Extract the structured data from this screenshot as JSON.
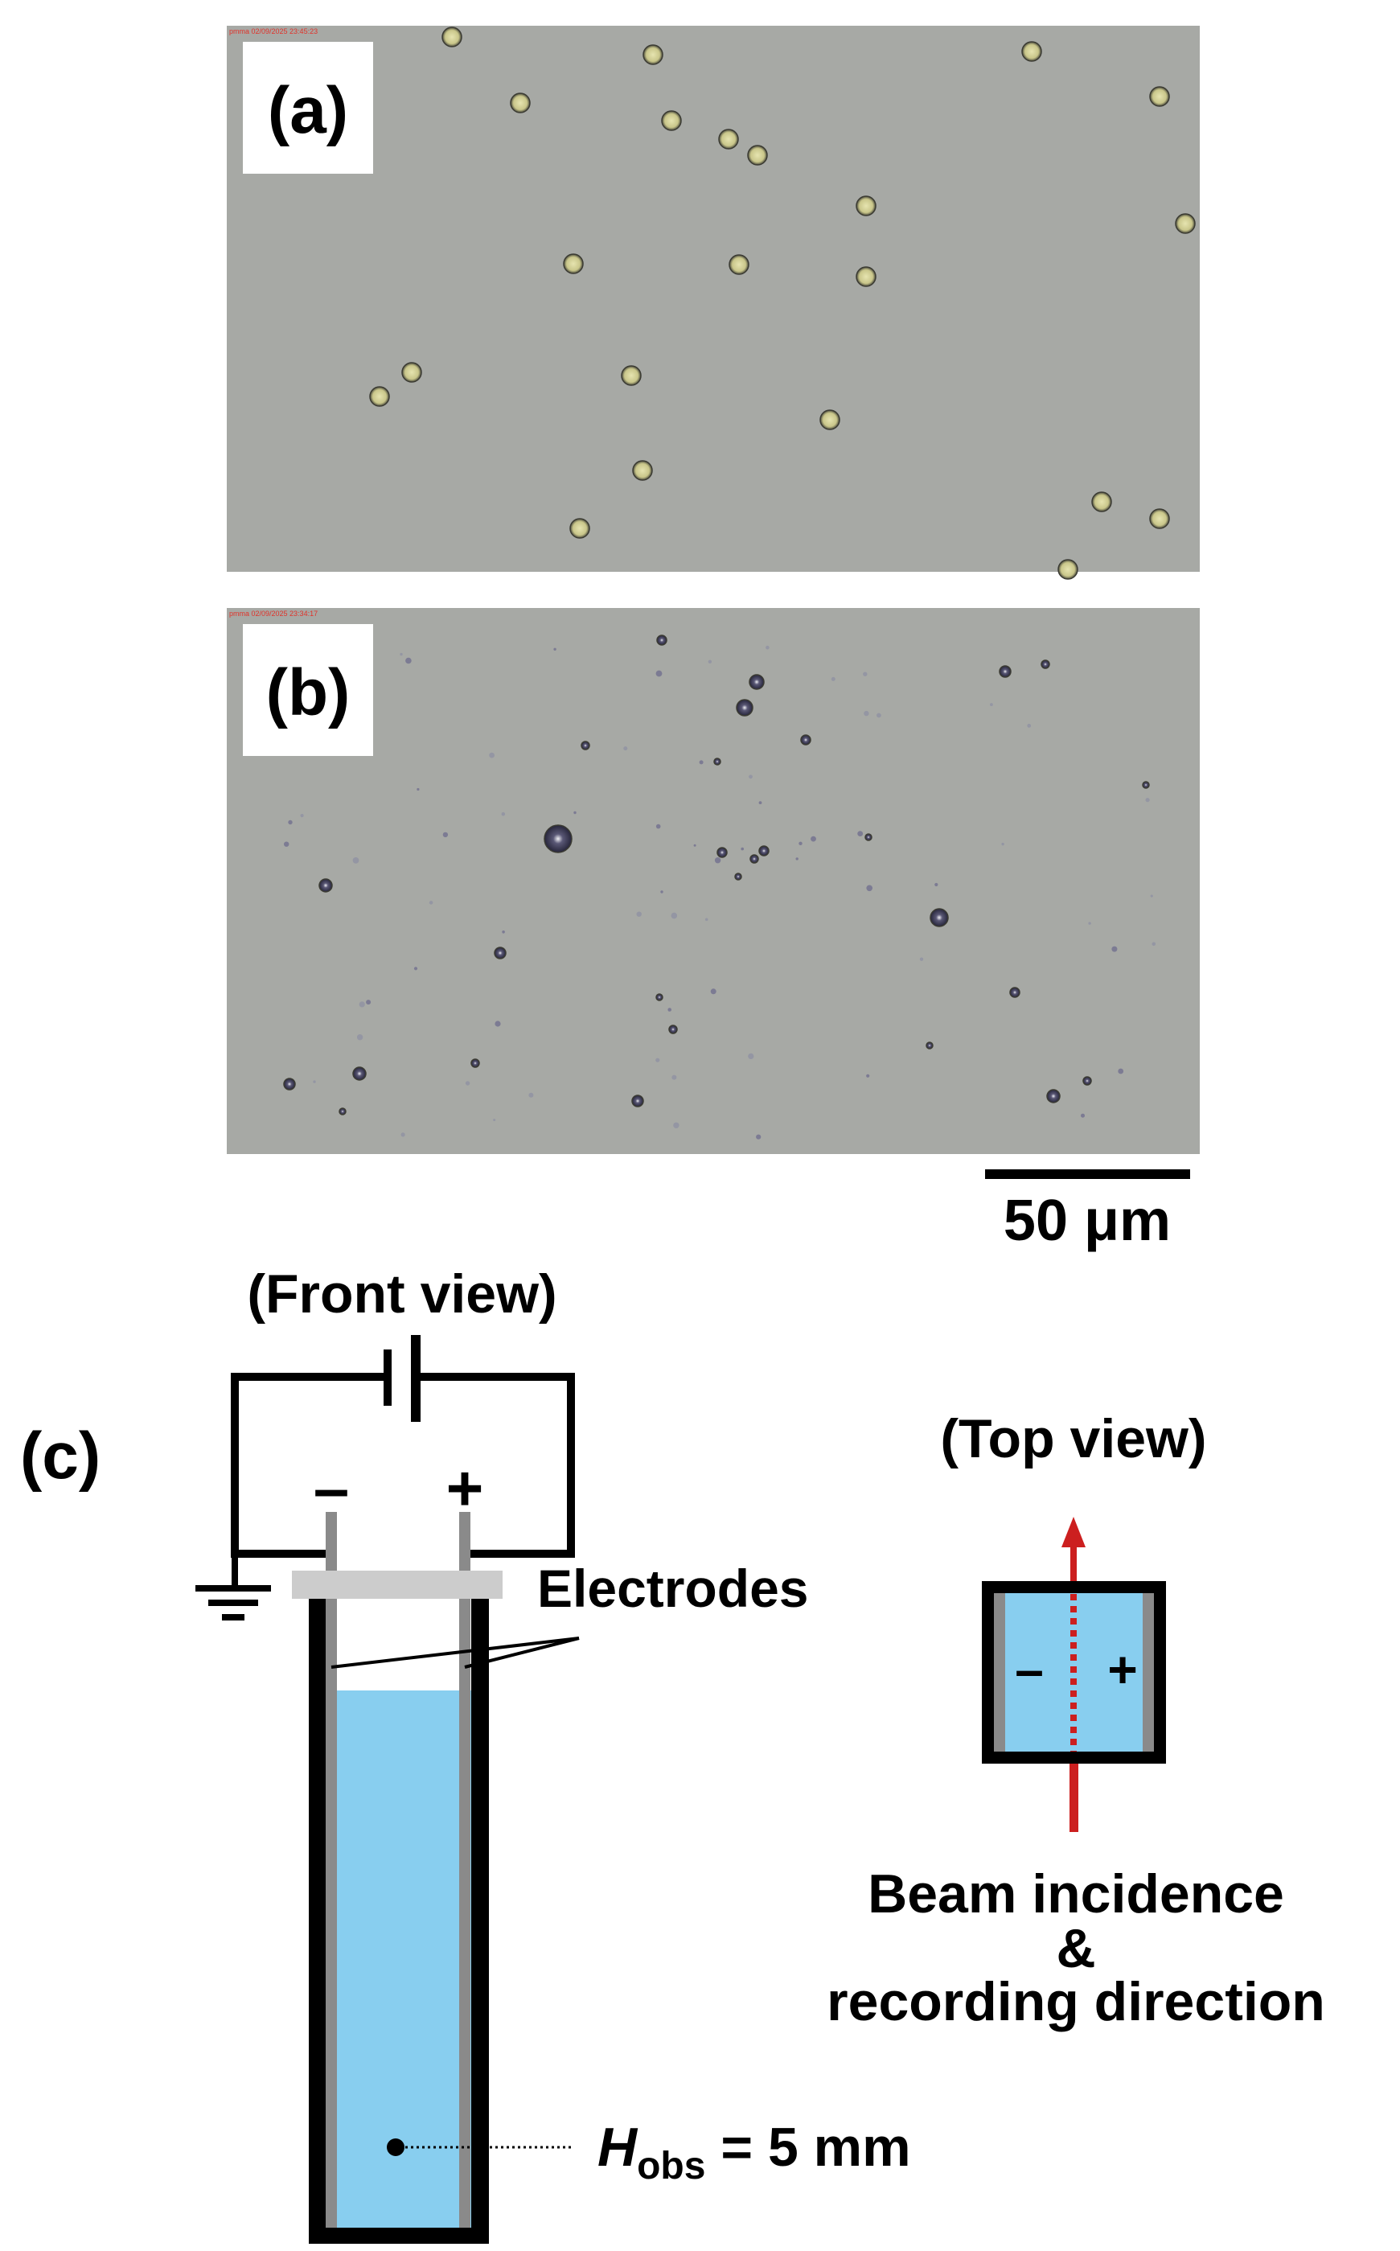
{
  "panels": {
    "a": {
      "label": "(a)",
      "timestamp": "pmma 02/09/2025 23:45:23"
    },
    "b": {
      "label": "(b)",
      "timestamp": "pmma 02/09/2025 23:34:17"
    },
    "c": {
      "label": "(c)"
    }
  },
  "scale_bar": {
    "label": "50 μm"
  },
  "front_view": {
    "title": "(Front view)",
    "minus_sign": "–",
    "plus_sign": "+",
    "electrodes_label": "Electrodes",
    "h_obs": {
      "symbol": "H",
      "subscript": "obs",
      "value_text": " = 5 mm"
    }
  },
  "top_view": {
    "title": "(Top view)",
    "minus_sign": "–",
    "plus_sign": "+",
    "beam_label_line1": "Beam incidence",
    "beam_label_line2": "&",
    "beam_label_line3": "recording direction"
  },
  "colors": {
    "micrograph_background": "#a7a9a5",
    "liquid": "#88ceef",
    "electrode": "#8a8a8a",
    "cap": "#cccccc",
    "beam": "#cc1f1f",
    "particle_a_fill": "#d5d39b",
    "particle_b_fill": "#6b6a86"
  }
}
